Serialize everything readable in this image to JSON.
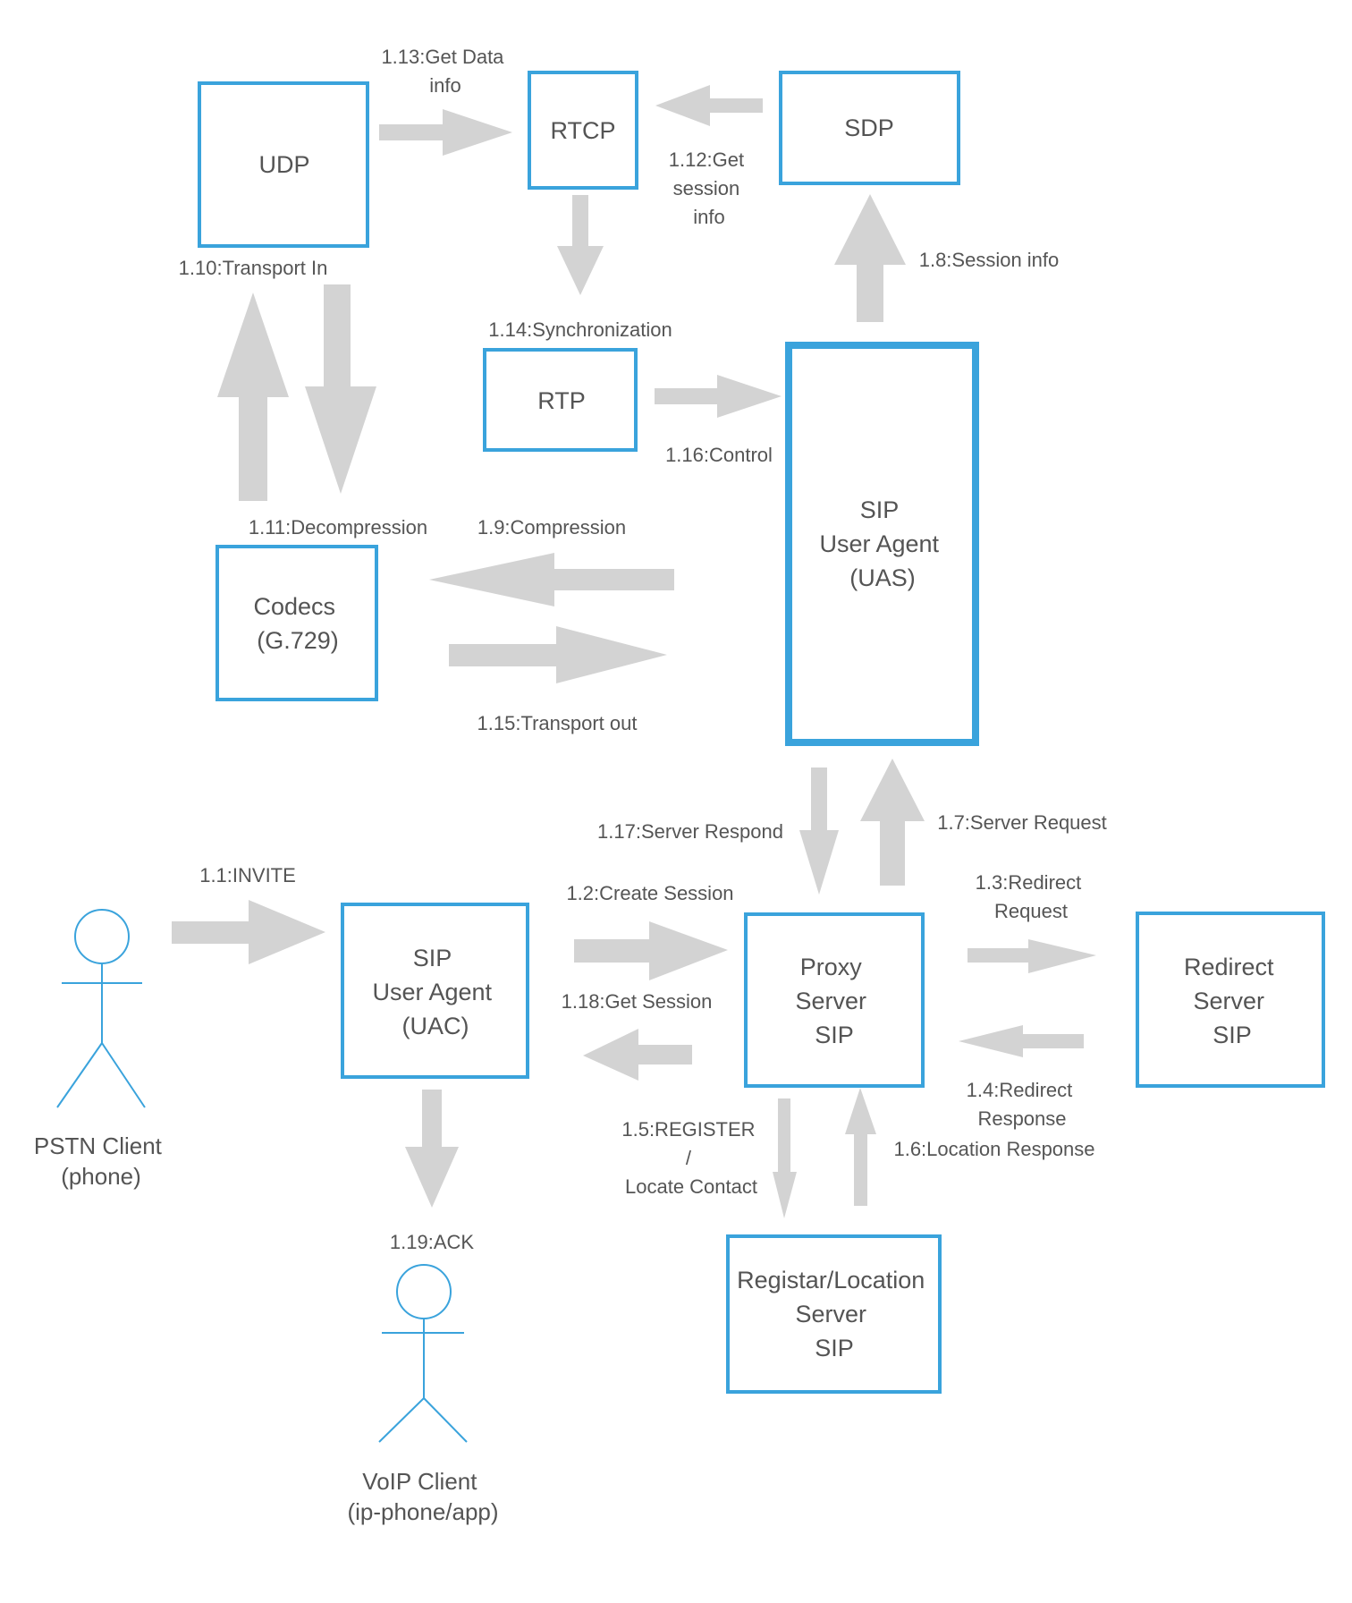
{
  "nodes": {
    "udp": [
      "UDP"
    ],
    "rtcp": [
      "RTCP"
    ],
    "sdp": [
      "SDP"
    ],
    "rtp": [
      "RTP"
    ],
    "codecs": [
      "Codecs",
      "(G.729)"
    ],
    "uas": [
      "SIP",
      "User Agent",
      "(UAS)"
    ],
    "uac": [
      "SIP",
      "User Agent",
      "(UAC)"
    ],
    "proxy": [
      "Proxy",
      "Server",
      "SIP"
    ],
    "redirect": [
      "Redirect",
      "Server",
      "SIP"
    ],
    "registrar": [
      "Registar/Location",
      "Server",
      "SIP"
    ]
  },
  "actors": {
    "pstn": [
      "PSTN Client",
      "(phone)"
    ],
    "voip": [
      "VoIP Client",
      "(ip-phone/app)"
    ]
  },
  "edges": {
    "e1_1": [
      "1.1:INVITE"
    ],
    "e1_2": [
      "1.2:Create Session"
    ],
    "e1_3": [
      "1.3:Redirect",
      "Request"
    ],
    "e1_4": [
      "1.4:Redirect",
      "Response"
    ],
    "e1_5": [
      "1.5:REGISTER",
      "/",
      "Locate Contact"
    ],
    "e1_6": [
      "1.6:Location Response"
    ],
    "e1_7": [
      "1.7:Server Request"
    ],
    "e1_8": [
      "1.8:Session info"
    ],
    "e1_9": [
      "1.9:Compression"
    ],
    "e1_10": [
      "1.10:Transport In"
    ],
    "e1_11": [
      "1.11:Decompression"
    ],
    "e1_12": [
      "1.12:Get",
      "session",
      "info"
    ],
    "e1_13": [
      "1.13:Get Data",
      "info"
    ],
    "e1_14": [
      "1.14:Synchronization"
    ],
    "e1_15": [
      "1.15:Transport out"
    ],
    "e1_16": [
      "1.16:Control"
    ],
    "e1_17": [
      "1.17:Server Respond"
    ],
    "e1_18": [
      "1.18:Get Session"
    ],
    "e1_19": [
      "1.19:ACK"
    ]
  },
  "colors": {
    "box_stroke": "#3aa3dc",
    "arrow_fill": "#d3d3d3",
    "text": "#555555"
  }
}
